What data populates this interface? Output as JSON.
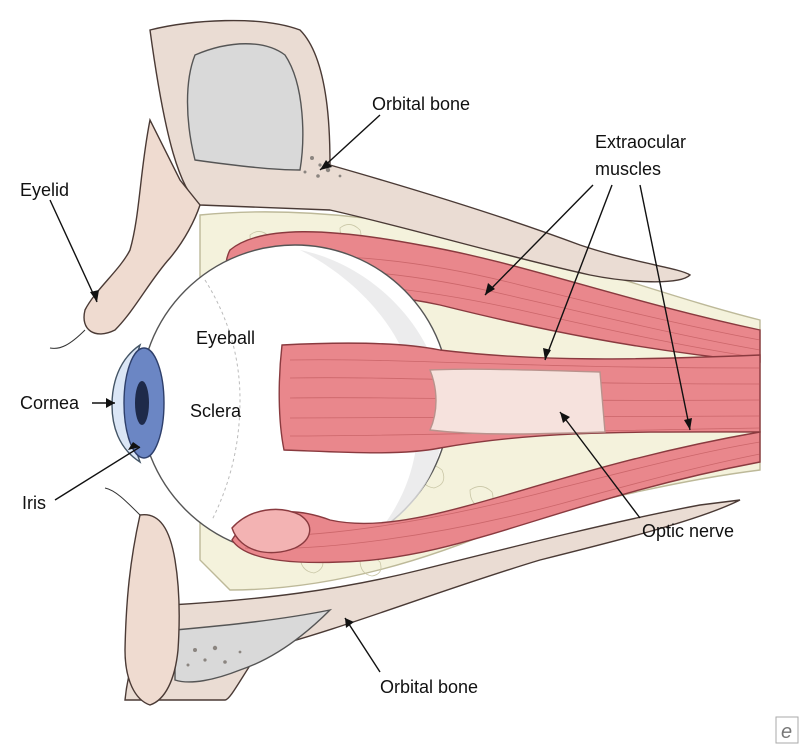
{
  "labels": {
    "orbital_bone_top": "Orbital bone",
    "extraocular_line1": "Extraocular",
    "extraocular_line2": "muscles",
    "eyelid": "Eyelid",
    "eyeball": "Eyeball",
    "cornea": "Cornea",
    "sclera": "Sclera",
    "iris": "Iris",
    "optic_nerve": "Optic nerve",
    "orbital_bone_bottom": "Orbital bone"
  },
  "watermark": "e",
  "colors": {
    "bone_fill": "#eadcd3",
    "bone_cortex": "#d9d9d9",
    "fat": "#f4f2dc",
    "muscle": "#e9878c",
    "muscle_light": "#f3b3b3",
    "sclera": "#ffffff",
    "iris": "#6b86c4",
    "optic_nerve": "#f6e2dd",
    "skin": "#efdbd0"
  }
}
